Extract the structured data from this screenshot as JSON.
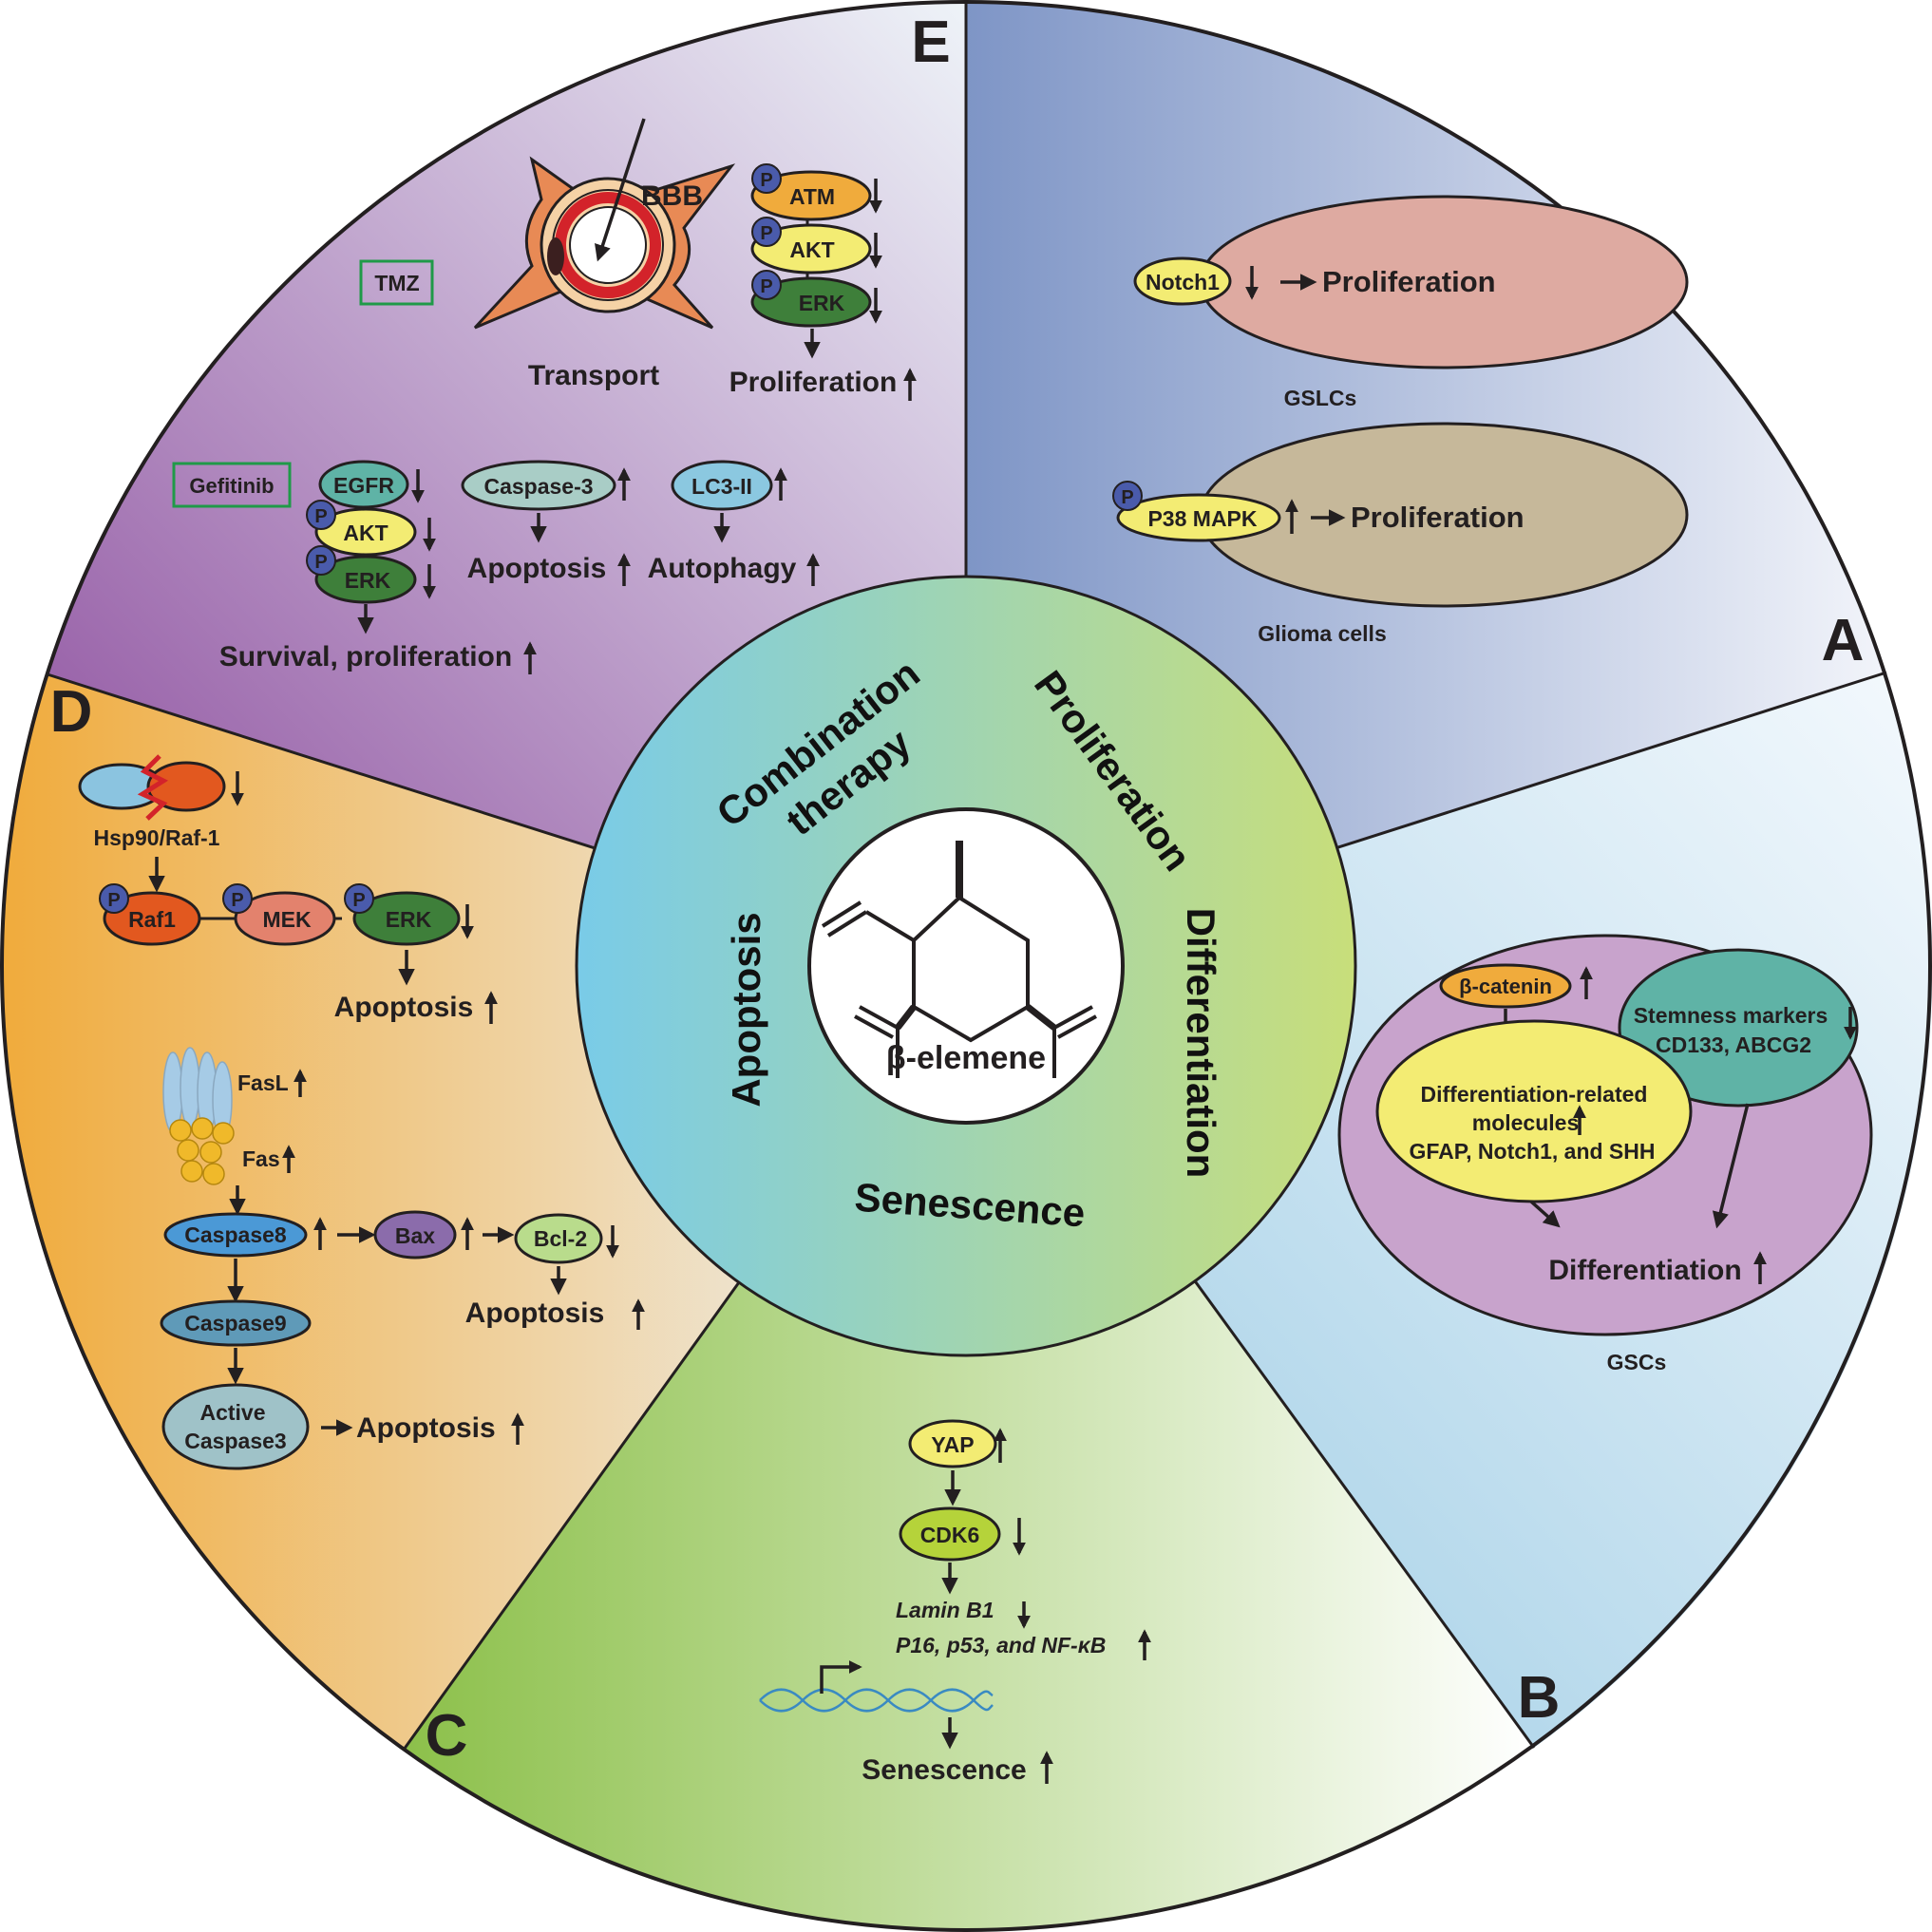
{
  "center": {
    "label": "β-elemene"
  },
  "ring": {
    "proliferation": "Proliferation",
    "differentiation": "Differentiation",
    "senescence": "Senescence",
    "apoptosis": "Apoptosis",
    "combination_line1": "Combination",
    "combination_line2": "therapy"
  },
  "panels": {
    "A": {
      "letter": "A",
      "gslc_gene": "Notch1",
      "gslc_result": "Proliferation",
      "gslc_caption": "GSLCs",
      "glioma_gene": "P38 MAPK",
      "glioma_result": "Proliferation",
      "glioma_caption": "Glioma cells"
    },
    "B": {
      "letter": "B",
      "beta_catenin": "β-catenin",
      "stemness_line1": "Stemness markers",
      "stemness_line2": "CD133, ABCG2",
      "diff_line1": "Differentiation-related",
      "diff_line2": "molecules",
      "diff_line3": "GFAP, Notch1, and SHH",
      "result": "Differentiation",
      "caption": "GSCs"
    },
    "C": {
      "letter": "C",
      "yap": "YAP",
      "cdk6": "CDK6",
      "lamin": "Lamin B1",
      "p16": "P16, p53, and NF-κB",
      "result": "Senescence"
    },
    "D": {
      "letter": "D",
      "hsp": "Hsp90/Raf-1",
      "raf1": "Raf1",
      "mek": "MEK",
      "erk": "ERK",
      "apoptosis1": "Apoptosis",
      "fasl": "FasL",
      "fas": "Fas",
      "caspase8": "Caspase8",
      "bax": "Bax",
      "bcl2": "Bcl-2",
      "apoptosis2": "Apoptosis",
      "caspase9": "Caspase9",
      "active_line1": "Active",
      "active_line2": "Caspase3",
      "apoptosis3": "Apoptosis"
    },
    "E": {
      "letter": "E",
      "tmz": "TMZ",
      "bbb": "BBB",
      "transport": "Transport",
      "atm": "ATM",
      "akt": "AKT",
      "erk": "ERK",
      "proliferation": "Proliferation",
      "gefitinib": "Gefitinib",
      "egfr": "EGFR",
      "akt2": "AKT",
      "erk2": "ERK",
      "survival": "Survival, proliferation",
      "caspase3": "Caspase-3",
      "apoptosis": "Apoptosis",
      "lc3": "LC3-II",
      "autophagy": "Autophagy"
    }
  },
  "phospho_label": "P",
  "colors": {
    "panelA": "#7e95c6",
    "panelB": "#a9d3e8",
    "panelC": "#8cc04a",
    "panelD": "#f0ab3c",
    "panelE": "#8c4c9d",
    "ringBlue": "#79cbe8",
    "ringGreen": "#c3dc7e",
    "phospho": "#4a5bab",
    "erk": "#3e7f3a",
    "akt": "#f3ec73",
    "raf1": "#e2581f"
  }
}
